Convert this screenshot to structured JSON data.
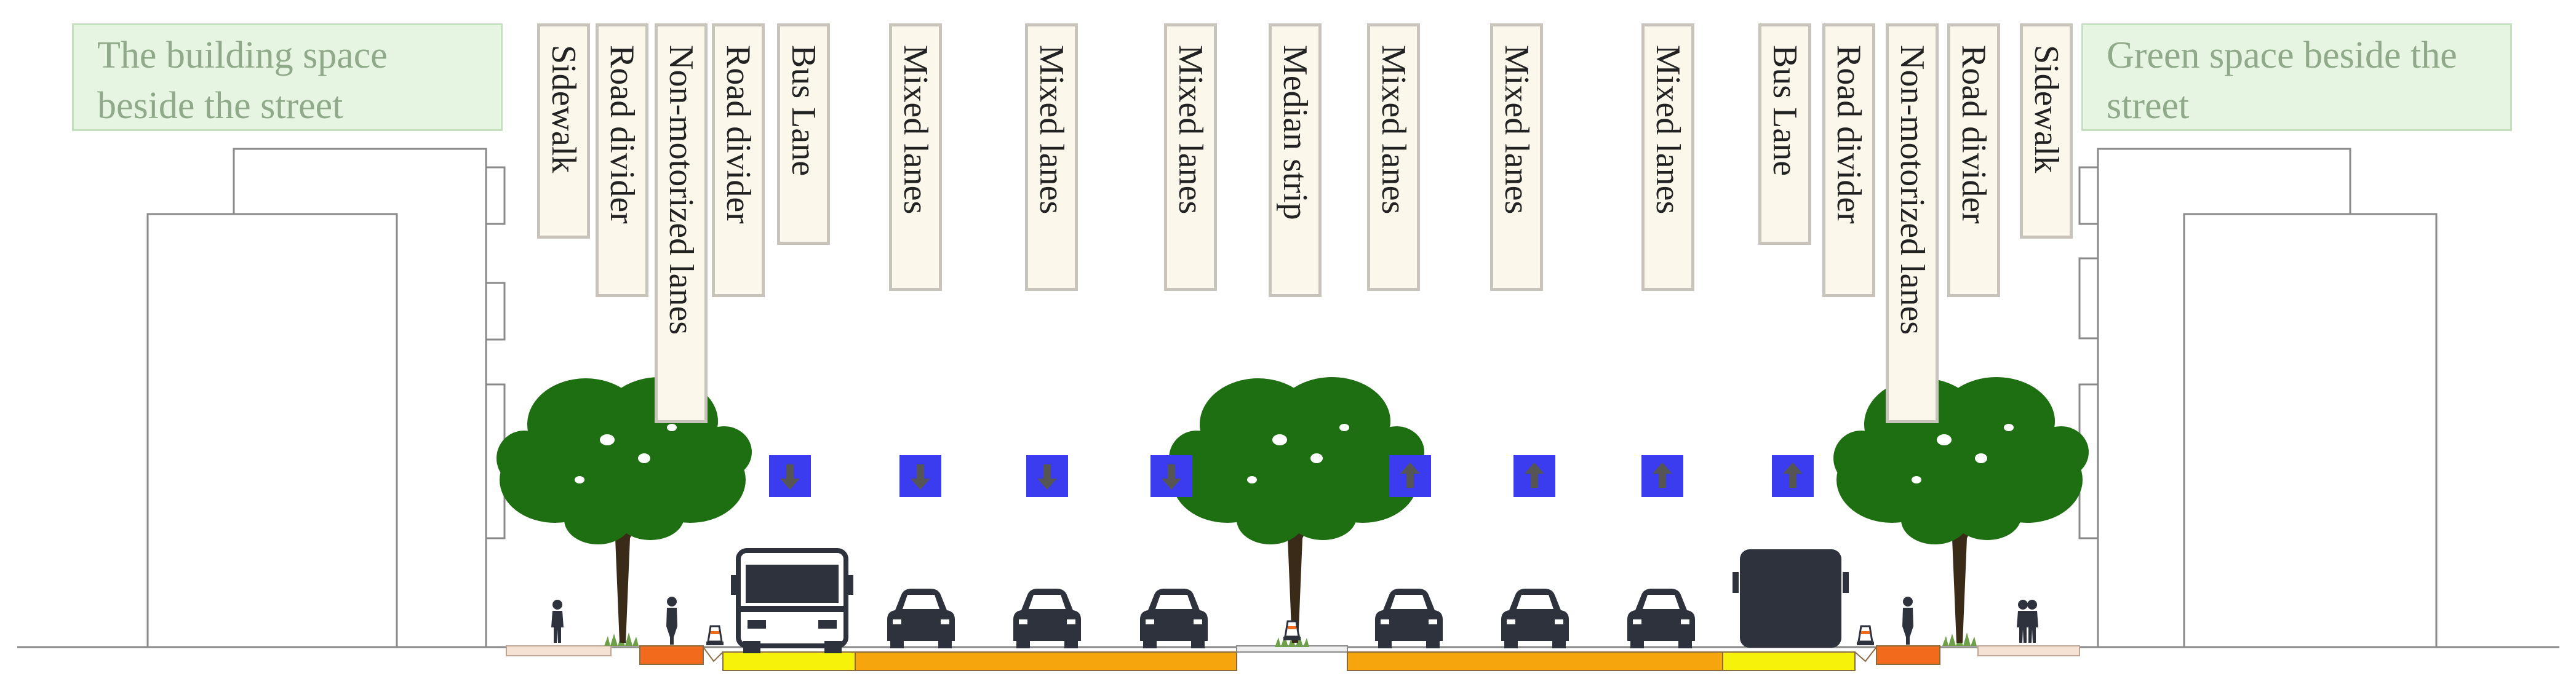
{
  "zones": {
    "left": "The building space beside the street",
    "right": "Green space beside the street"
  },
  "lanes": [
    "Sidewalk",
    "Road divider",
    "Non-motorized lanes",
    "Road divider",
    "Bus Lane",
    "Mixed lanes",
    "Mixed lanes",
    "Mixed lanes",
    "Median strip",
    "Mixed lanes",
    "Mixed lanes",
    "Mixed lanes",
    "Bus Lane",
    "Road divider",
    "Non-motorized lanes",
    "Road divider",
    "Sidewalk"
  ],
  "direction_markers": [
    "down",
    "down",
    "down",
    "down",
    "up",
    "up",
    "up",
    "up"
  ],
  "colors": {
    "zone_label_bg": "#e6f4e2",
    "lane_label_bg": "#fbf7ea",
    "direction_marker": "#3b3cf0",
    "tree": "#1e6e12",
    "vehicle": "#2e323c",
    "bike_lane": "#f26a1b",
    "bus_lane": "#f7f20a",
    "mixed_lane": "#f7a50c",
    "sidewalk": "#f6e2d5"
  },
  "icons": [
    "tree-icon",
    "bus-icon",
    "car-icon",
    "pedestrian-icon",
    "cyclist-icon",
    "traffic-cone-icon",
    "arrow-down-icon",
    "arrow-up-icon"
  ]
}
